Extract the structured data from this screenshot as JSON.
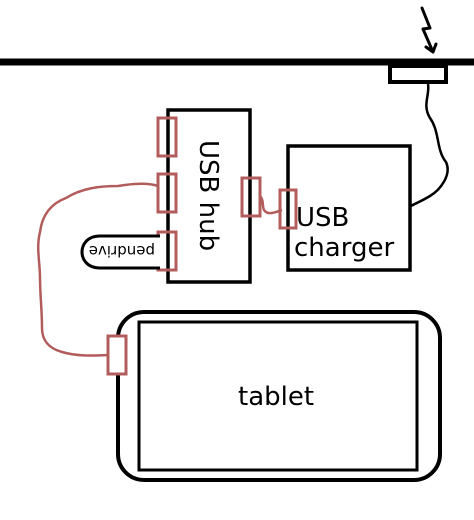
{
  "diagram": {
    "hub_label": "USB hub",
    "charger_label_line1": "USB",
    "charger_label_line2": "charger",
    "pendrive_label": "pendrive",
    "tablet_label": "tablet"
  },
  "colors": {
    "cable": "#b35c5c",
    "outline": "#000000",
    "background": "#ffffff"
  },
  "icons": {
    "wall_socket": "lightning-bolt-icon"
  }
}
